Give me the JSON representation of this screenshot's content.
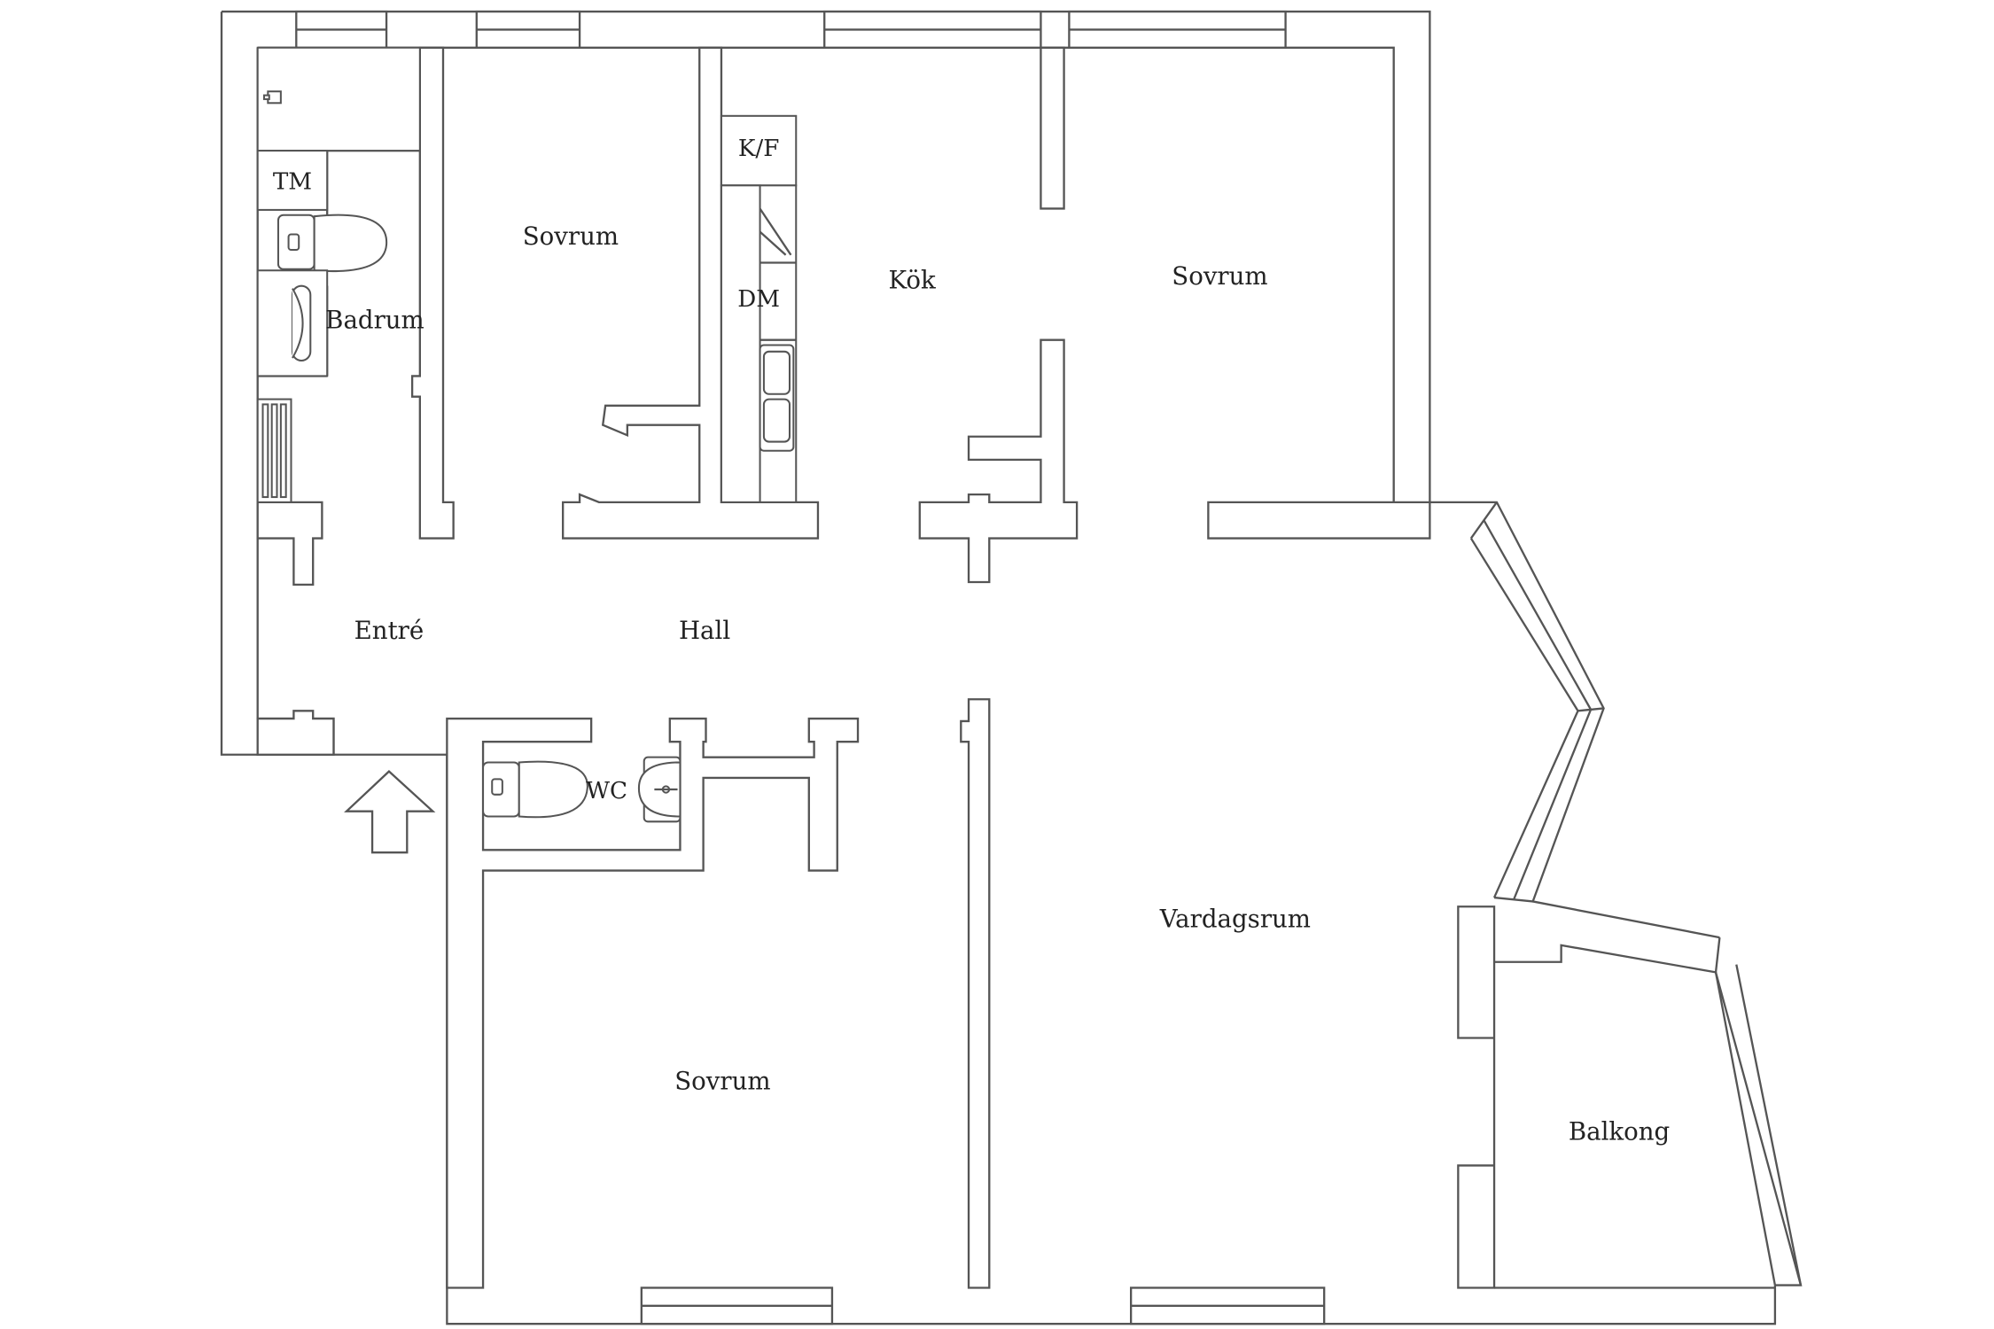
{
  "rooms": {
    "badrum": "Badrum",
    "tm": "TM",
    "sovrum_top_left": "Sovrum",
    "kf": "K/F",
    "dm": "DM",
    "kok": "Kök",
    "sovrum_top_right": "Sovrum",
    "entre": "Entré",
    "hall": "Hall",
    "wc": "WC",
    "sovrum_bottom": "Sovrum",
    "vardagsrum": "Vardagsrum",
    "balkong": "Balkong"
  }
}
